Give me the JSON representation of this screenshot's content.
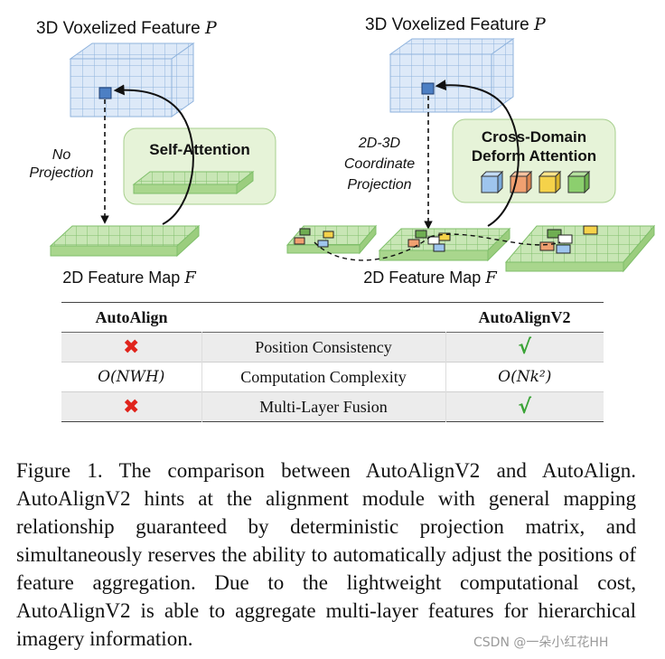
{
  "figure": {
    "left_panel": {
      "top_label": "3D Voxelized Feature",
      "top_label_var": "P",
      "side_label_1": "No",
      "side_label_2": "Projection",
      "module_label": "Self-Attention",
      "bottom_label": "2D Feature Map",
      "bottom_label_var": "F"
    },
    "right_panel": {
      "top_label": "3D Voxelized Feature",
      "top_label_var": "P",
      "side_label_1": "2D-3D",
      "side_label_2": "Coordinate",
      "side_label_3": "Projection",
      "module_label_1": "Cross-Domain",
      "module_label_2": "Deform Attention",
      "bottom_label": "2D Feature Map",
      "bottom_label_var": "F"
    },
    "colors": {
      "voxel_face": "#dde9f8",
      "voxel_line": "#8fb3dd",
      "voxel_cell": "#4c7fc4",
      "grid_face": "#c8e6b5",
      "grid_line": "#7fbf6a",
      "module_bg": "#e6f3d8",
      "cube_blue": "#9ec5ee",
      "cube_orange": "#f0a070",
      "cube_yellow": "#f5d24a",
      "cube_green": "#8ccf6e"
    }
  },
  "table": {
    "headers": {
      "left": "AutoAlign",
      "middle": "",
      "right": "AutoAlignV2"
    },
    "rows": [
      {
        "left": "✖",
        "feature": "Position Consistency",
        "right": "√"
      },
      {
        "left": "O(NWH)",
        "feature": "Computation Complexity",
        "right": "O(Nk²)"
      },
      {
        "left": "✖",
        "feature": "Multi-Layer Fusion",
        "right": "√"
      }
    ]
  },
  "caption": "Figure 1. The comparison between AutoAlignV2 and AutoAlign. AutoAlignV2 hints at the alignment module with general mapping relationship guaranteed by deterministic projection matrix, and simultaneously reserves the ability to automatically adjust the positions of feature aggregation. Due to the lightweight computational cost, AutoAlignV2 is able to aggregate multi-layer features for hierarchical imagery information.",
  "watermark": "CSDN @一朵小红花HH"
}
